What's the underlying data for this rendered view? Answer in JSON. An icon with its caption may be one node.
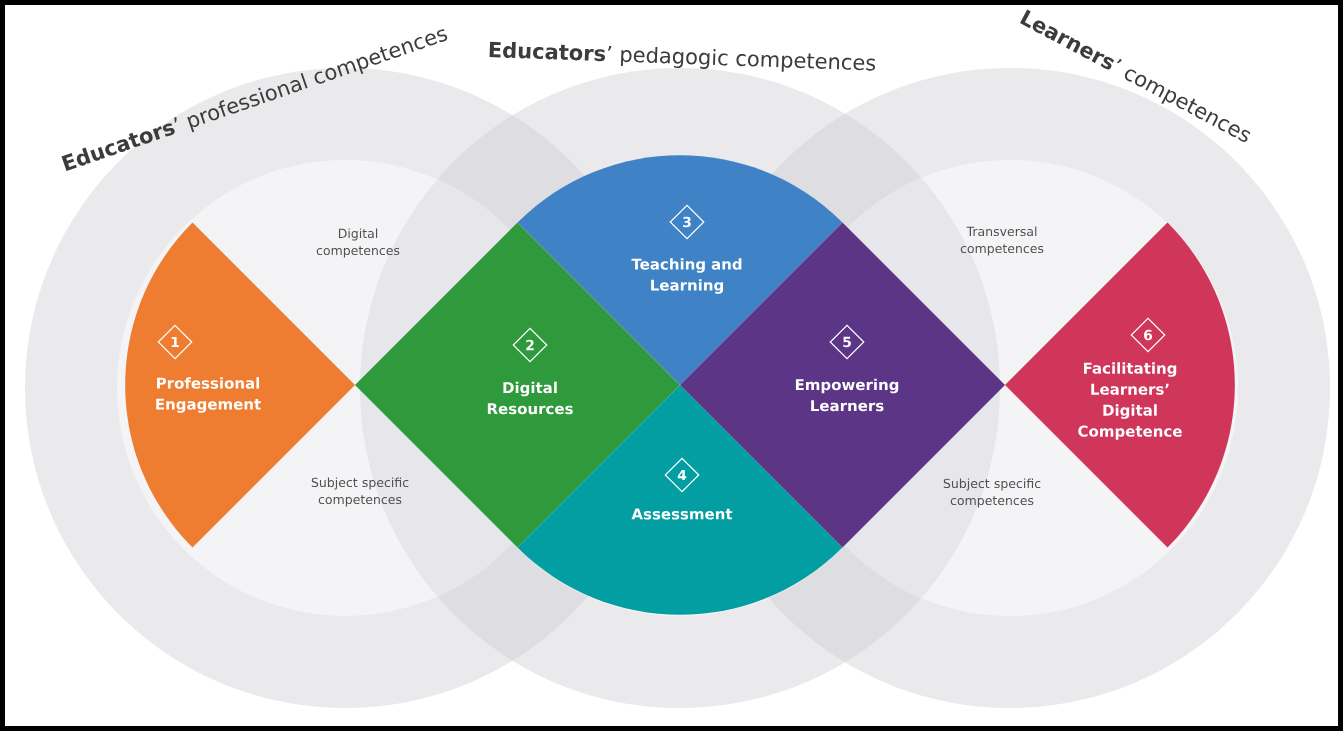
{
  "diagram": {
    "nodes": [
      {
        "text": [
          "**Educators**’ professional competences"
        ]
      },
      {
        "text": [
          "**Educators**’ pedagogic competences"
        ]
      },
      {
        "text": [
          "**Learners**’ competences"
        ]
      },
      {
        "text": [
          "1",
          "Professional Engagement"
        ],
        "in": 0
      },
      {
        "text": [
          "2",
          "Digital Resources"
        ]
      },
      {
        "text": [
          "3",
          "Teaching and Learning"
        ],
        "in": 1
      },
      {
        "text": [
          "4",
          "Assessment"
        ],
        "in": 1
      },
      {
        "text": [
          "5",
          "Empowering Learners"
        ]
      },
      {
        "text": [
          "6",
          "Facilitating Learners’ Digital Competence"
        ],
        "in": 2
      }
    ],
    "labels": [
      "Digital competences",
      "Transversal competences",
      "Subject specific competences",
      "Subject specific competences"
    ]
  }
}
